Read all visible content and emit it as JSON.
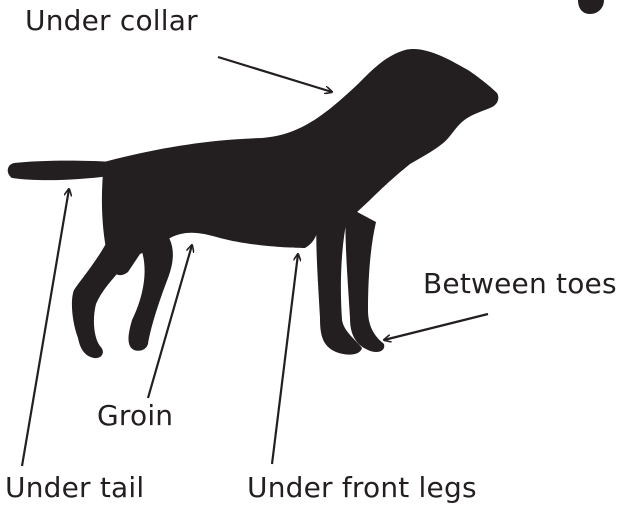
{
  "labels": {
    "under_collar": "Under collar",
    "between_toes": "Between toes",
    "groin": "Groin",
    "under_tail": "Under tail",
    "under_front_legs": "Under front legs"
  },
  "colors": {
    "silhouette": "#231f20",
    "text": "#231f20",
    "background": "#ffffff"
  },
  "icons": {
    "silhouette": "dog-silhouette",
    "pointer": "arrow"
  }
}
